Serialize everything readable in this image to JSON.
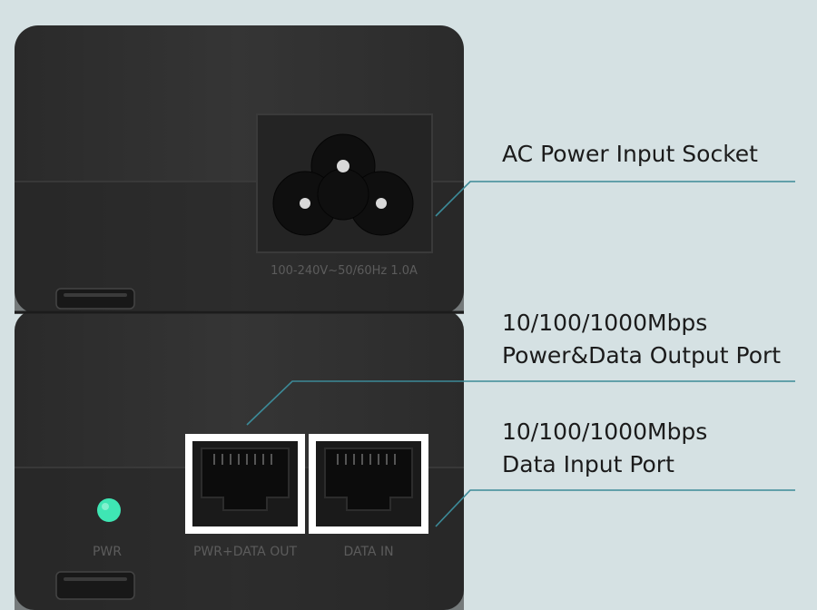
{
  "device": {
    "socket_rating": "100-240V~50/60Hz 1.0A",
    "pwr_label": "PWR",
    "port_out_label": "PWR+DATA OUT",
    "port_in_label": "DATA IN"
  },
  "callouts": {
    "ac_power": {
      "line1": "AC Power Input Socket"
    },
    "data_output": {
      "line1": "10/100/1000Mbps",
      "line2": "Power&Data Output Port"
    },
    "data_input": {
      "line1": "10/100/1000Mbps",
      "line2": "Data Input Port"
    }
  },
  "colors": {
    "background": "#d5e1e3",
    "device_body": "#2f2f2f",
    "leader_line": "#3c8a98",
    "led": "#3fe6b4",
    "port_frame": "#ffffff"
  }
}
